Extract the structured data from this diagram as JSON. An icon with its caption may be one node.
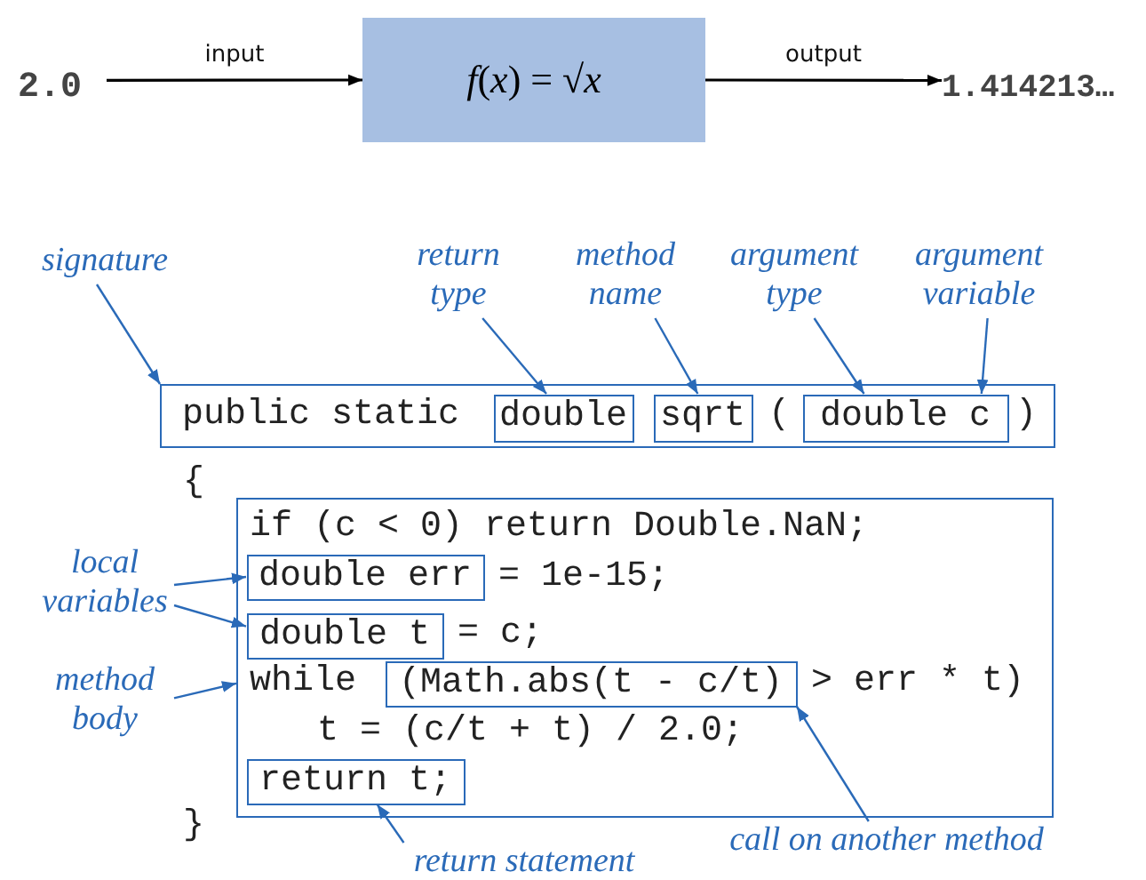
{
  "diagram": {
    "nodes": [
      {
        "text": [
          "2.0"
        ]
      },
      {
        "text": [
          "*f*(*x*) = √*x*"
        ]
      },
      {
        "text": [
          "1.414213…"
        ]
      },
      {
        "text": [
          "signature"
        ]
      },
      {
        "text": [
          "return type"
        ]
      },
      {
        "text": [
          "method name"
        ]
      },
      {
        "text": [
          "argument type"
        ]
      },
      {
        "text": [
          "argument variable"
        ]
      },
      {
        "text": [
          "public static",
          "(",
          ")"
        ]
      },
      {
        "text": [
          "double"
        ],
        "in": 8
      },
      {
        "text": [
          "sqrt"
        ],
        "in": 8
      },
      {
        "text": [
          "double c"
        ],
        "in": 8
      },
      {
        "text": [
          "local variables"
        ]
      },
      {
        "text": [
          "method body"
        ]
      },
      {
        "text": [
          "if (c < 0) return Double.NaN;",
          "= 1e-15;",
          "= c;",
          "while",
          "> err * t)",
          "t = (c/t + t) / 2.0;"
        ]
      },
      {
        "text": [
          "double err"
        ],
        "in": 14
      },
      {
        "text": [
          "double t"
        ],
        "in": 14
      },
      {
        "text": [
          "(Math.abs(t - c/t)"
        ],
        "in": 14
      },
      {
        "text": [
          "return t;"
        ],
        "in": 14
      },
      {
        "text": [
          "return statement"
        ]
      },
      {
        "text": [
          "call on another method"
        ]
      }
    ],
    "edges": [
      {
        "from": 0,
        "to": 1,
        "arrow": "to",
        "label": "input",
        "color": "#000000"
      },
      {
        "from": 1,
        "to": 2,
        "arrow": "to",
        "label": "output",
        "color": "#000000"
      },
      {
        "from": 3,
        "to": 8,
        "arrow": "to"
      },
      {
        "from": 4,
        "to": 9,
        "arrow": "to"
      },
      {
        "from": 5,
        "to": 10,
        "arrow": "to"
      },
      {
        "from": 6,
        "to": 11,
        "arrow": "to"
      },
      {
        "from": 7,
        "to": 11,
        "arrow": "to"
      },
      {
        "from": 12,
        "to": 15,
        "arrow": "to"
      },
      {
        "from": 12,
        "to": 16,
        "arrow": "to"
      },
      {
        "from": 13,
        "to": 14,
        "arrow": "to"
      },
      {
        "from": 20,
        "to": 17,
        "arrow": "to"
      },
      {
        "from": 19,
        "to": 18,
        "arrow": "to"
      }
    ],
    "labels": [
      "{",
      "}"
    ]
  }
}
